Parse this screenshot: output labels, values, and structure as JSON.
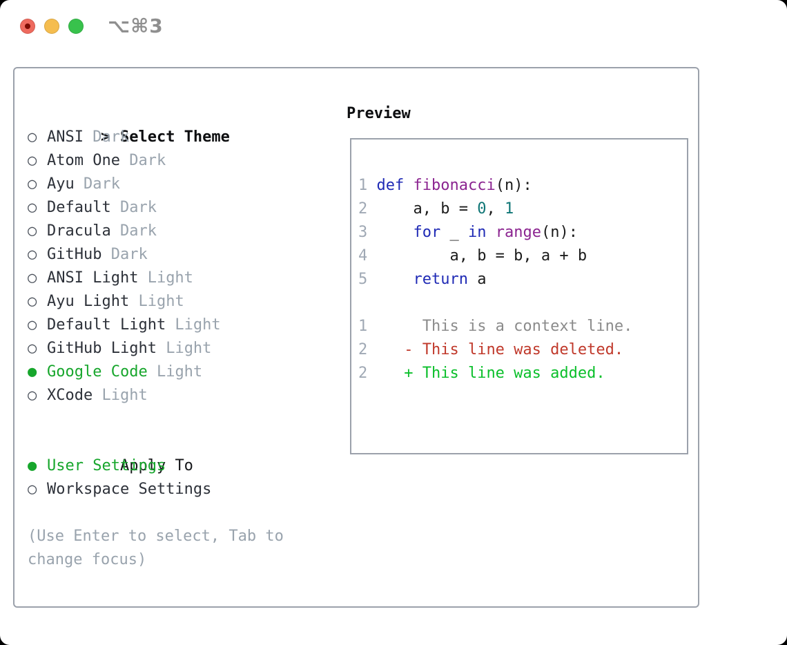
{
  "window": {
    "title": "⌥⌘3",
    "traffic_lights": {
      "close_color": "#ee6a5e",
      "close_dot_color": "#7c0b02",
      "minimize_color": "#f5bd4f",
      "zoom_color": "#38c24c"
    }
  },
  "icons": {
    "radio_unselected": "○",
    "radio_selected": "●",
    "focus_caret": ">"
  },
  "theme_selector": {
    "header": "Select Theme",
    "items": [
      {
        "name": "ANSI",
        "tag": "Dark",
        "selected": false
      },
      {
        "name": "Atom One",
        "tag": "Dark",
        "selected": false
      },
      {
        "name": "Ayu",
        "tag": "Dark",
        "selected": false
      },
      {
        "name": "Default",
        "tag": "Dark",
        "selected": false
      },
      {
        "name": "Dracula",
        "tag": "Dark",
        "selected": false
      },
      {
        "name": "GitHub",
        "tag": "Dark",
        "selected": false
      },
      {
        "name": "ANSI Light",
        "tag": "Light",
        "selected": false
      },
      {
        "name": "Ayu Light",
        "tag": "Light",
        "selected": false
      },
      {
        "name": "Default Light",
        "tag": "Light",
        "selected": false
      },
      {
        "name": "GitHub Light",
        "tag": "Light",
        "selected": false
      },
      {
        "name": "Google Code",
        "tag": "Light",
        "selected": true
      },
      {
        "name": "XCode",
        "tag": "Light",
        "selected": false
      }
    ]
  },
  "apply_to": {
    "header": "Apply To",
    "items": [
      {
        "name": "User Settings",
        "selected": true
      },
      {
        "name": "Workspace Settings",
        "selected": false
      }
    ]
  },
  "hint": "(Use Enter to select, Tab to change focus)",
  "preview": {
    "header": "Preview",
    "code_lines": [
      {
        "num": "1",
        "tokens": [
          {
            "text": "def",
            "type": "kwd"
          },
          {
            "text": " ",
            "type": "pln"
          },
          {
            "text": "fibonacci",
            "type": "fn"
          },
          {
            "text": "(n):",
            "type": "pln"
          }
        ]
      },
      {
        "num": "2",
        "tokens": [
          {
            "text": "    a, b = ",
            "type": "pln"
          },
          {
            "text": "0",
            "type": "lit"
          },
          {
            "text": ", ",
            "type": "pln"
          },
          {
            "text": "1",
            "type": "lit"
          }
        ]
      },
      {
        "num": "3",
        "tokens": [
          {
            "text": "    ",
            "type": "pln"
          },
          {
            "text": "for",
            "type": "kwd"
          },
          {
            "text": " _ ",
            "type": "pln"
          },
          {
            "text": "in",
            "type": "kwd"
          },
          {
            "text": " ",
            "type": "pln"
          },
          {
            "text": "range",
            "type": "fn"
          },
          {
            "text": "(n):",
            "type": "pln"
          }
        ]
      },
      {
        "num": "4",
        "tokens": [
          {
            "text": "        a, b = b, a + b",
            "type": "pln"
          }
        ]
      },
      {
        "num": "5",
        "tokens": [
          {
            "text": "    ",
            "type": "pln"
          },
          {
            "text": "return",
            "type": "kwd"
          },
          {
            "text": " a",
            "type": "pln"
          }
        ]
      }
    ],
    "diff_lines": [
      {
        "num": "1",
        "marker": " ",
        "text": "This is a context line.",
        "type": "context"
      },
      {
        "num": "2",
        "marker": "-",
        "text": "This line was deleted.",
        "type": "del"
      },
      {
        "num": "2",
        "marker": "+",
        "text": "This line was added.",
        "type": "add"
      }
    ]
  },
  "colors": {
    "selected_green": "#17a62c",
    "keyword_blue": "#1f2ab5",
    "function_purple": "#8b2490",
    "literal_teal": "#0e7575",
    "plain_black": "#1b1b1b",
    "gutter_gray": "#9fa8b4",
    "context_gray": "#8b8b8b",
    "deleted_red": "#c0392b",
    "added_green": "#0abf2a",
    "tag_gray": "#99a3ad",
    "border_gray": "#9ba1ab"
  }
}
